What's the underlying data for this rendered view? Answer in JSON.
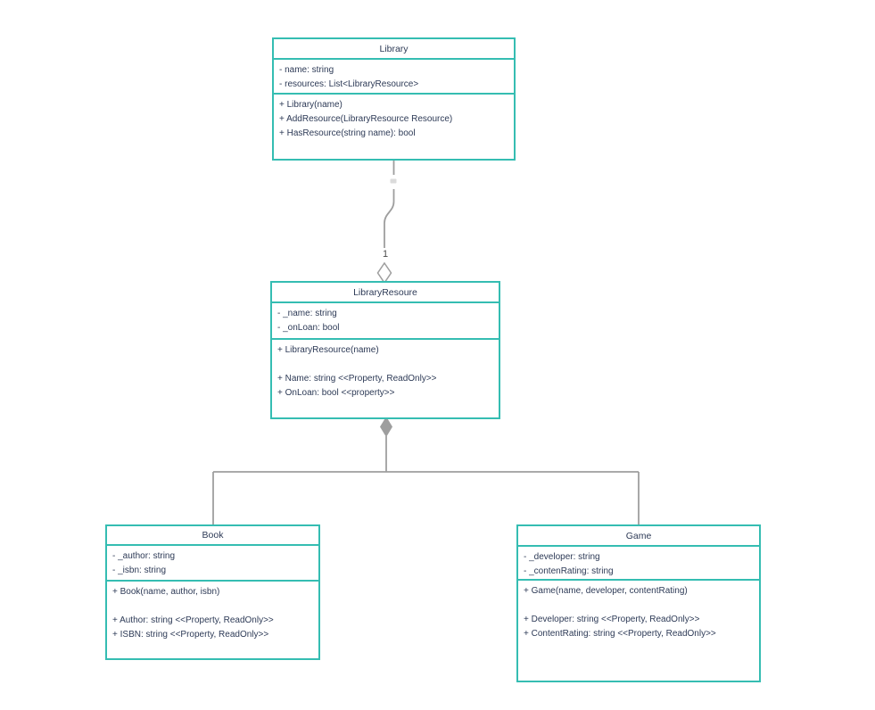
{
  "diagram": {
    "type": "uml-class-diagram",
    "classes": {
      "library": {
        "title": "Library",
        "attributes": [
          "- name: string",
          "- resources: List<LibraryResource>"
        ],
        "methods": [
          "+ Library(name)",
          "+ AddResource(LibraryResource Resource)",
          "+ HasResource(string name): bool"
        ]
      },
      "libraryResource": {
        "title": "LibraryResoure",
        "attributes": [
          "- _name: string",
          "- _onLoan: bool"
        ],
        "methods": [
          "+ LibraryResource(name)",
          "",
          "+ Name: string <<Property, ReadOnly>>",
          "+ OnLoan: bool <<property>>"
        ]
      },
      "book": {
        "title": "Book",
        "attributes": [
          "- _author: string",
          "- _isbn: string"
        ],
        "methods": [
          "+ Book(name, author, isbn)",
          "",
          "+ Author: string <<Property, ReadOnly>>",
          "+ ISBN: string <<Property, ReadOnly>>"
        ]
      },
      "game": {
        "title": "Game",
        "attributes": [
          "- _developer: string",
          "- _contenRating: string"
        ],
        "methods": [
          "+ Game(name, developer, contentRating)",
          "",
          "+ Developer: string <<Property, ReadOnly>>",
          "+ ContentRating: string <<Property, ReadOnly>>"
        ]
      }
    },
    "connectors": {
      "aggregation": {
        "from": "Library",
        "to": "LibraryResoure",
        "multiplicity": "1",
        "end_marker": "hollow-diamond"
      },
      "composition_tree": {
        "from": "LibraryResoure",
        "to_left": "Book",
        "to_right": "Game",
        "start_marker": "filled-diamond"
      }
    },
    "theme": {
      "box_border_color": "#35BDB2",
      "text_color": "#2D3A56",
      "line_color": "#9E9E9E",
      "background_color": "#FFFFFF"
    }
  }
}
